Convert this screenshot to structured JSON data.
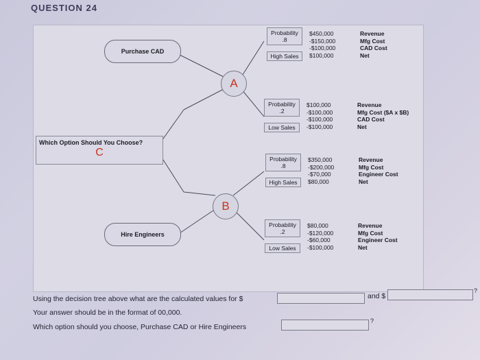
{
  "question": {
    "title": "QUESTION 24"
  },
  "tree": {
    "choice_box": {
      "label": "Which Option Should You Choose?",
      "answer": "C"
    },
    "options": [
      {
        "label": "Purchase CAD",
        "node": "A"
      },
      {
        "label": "Hire Engineers",
        "node": "B"
      }
    ],
    "outcomes": [
      {
        "probability_label": "Probability",
        "probability": ".8",
        "sales": "High Sales",
        "amounts": [
          "$450,000",
          "-$150,000",
          "-$100,000",
          "$100,000"
        ],
        "labels": [
          "Revenue",
          "Mfg Cost",
          "CAD Cost",
          "Net"
        ]
      },
      {
        "probability_label": "Probability",
        "probability": ".2",
        "sales": "Low Sales",
        "amounts": [
          "$100,000",
          "-$100,000",
          "-$100,000",
          "-$100,000"
        ],
        "labels": [
          "Revenue",
          "Mfg Cost ($A x $B)",
          "CAD Cost",
          "Net"
        ]
      },
      {
        "probability_label": "Probability",
        "probability": ".8",
        "sales": "High Sales",
        "amounts": [
          "$350,000",
          "-$200,000",
          "-$70,000",
          "$80,000"
        ],
        "labels": [
          "Revenue",
          "Mfg Cost",
          "Engineer Cost",
          "Net"
        ]
      },
      {
        "probability_label": "Probability",
        "probability": ".2",
        "sales": "Low Sales",
        "amounts": [
          "$80,000",
          "-$120,000",
          "-$60,000",
          "-$100,000"
        ],
        "labels": [
          "Revenue",
          "Mfg Cost",
          "Engineer Cost",
          "Net"
        ]
      }
    ]
  },
  "form": {
    "line1_prefix": "Using the decision tree above what are the calculated values for $",
    "line1_middle": "and $",
    "line1_suffix": "?",
    "line2": "Your answer should be in the format of 00,000.",
    "line3_prefix": "Which option should you choose, Purchase CAD or Hire Engineers",
    "line3_suffix": "?",
    "value_a": "",
    "value_b": "",
    "option_answer": ""
  }
}
